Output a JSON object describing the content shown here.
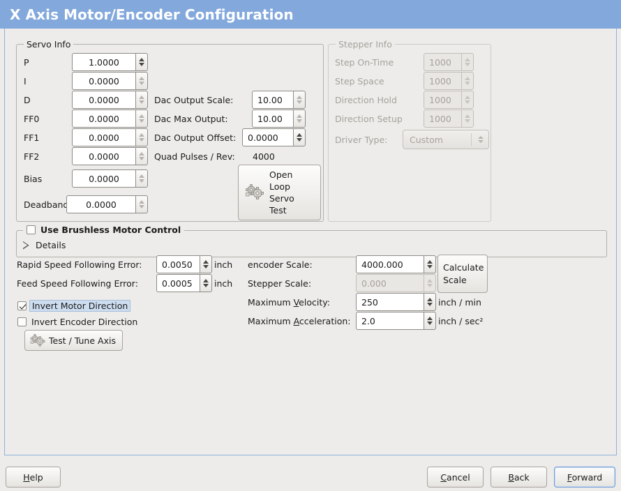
{
  "window": {
    "title": "X Axis Motor/Encoder Configuration",
    "header_bg": "#82a8dc",
    "panel_border": "#8fb0da",
    "background": "#edecea"
  },
  "servo_info": {
    "legend": "Servo Info",
    "fields": [
      {
        "label": "P",
        "value": "1.0000",
        "active": true
      },
      {
        "label": "I",
        "value": "0.0000",
        "active": false
      },
      {
        "label": "D",
        "value": "0.0000",
        "active": false
      },
      {
        "label": "FF0",
        "value": "0.0000",
        "active": false
      },
      {
        "label": "FF1",
        "value": "0.0000",
        "active": false
      },
      {
        "label": "FF2",
        "value": "0.0000",
        "active": false
      },
      {
        "label": "Bias",
        "value": "0.0000",
        "active": false
      },
      {
        "label": "Deadband",
        "value": "0.0000",
        "active": false
      }
    ],
    "dac": [
      {
        "label": "Dac Output Scale:",
        "value": "10.00"
      },
      {
        "label": "Dac Max Output:",
        "value": "10.00"
      },
      {
        "label": "Dac Output Offset:",
        "value": "0.0000"
      }
    ],
    "quad_pulses_label": "Quad Pulses / Rev:",
    "quad_pulses_value": "4000",
    "open_loop_button": {
      "line1": "Open",
      "line2": "Loop",
      "line3": "Servo",
      "line4": "Test",
      "icon": "gears-icon"
    }
  },
  "stepper_info": {
    "legend": "Stepper Info",
    "disabled": true,
    "fields": [
      {
        "label": "Step On-Time",
        "value": "1000"
      },
      {
        "label": "Step Space",
        "value": "1000"
      },
      {
        "label": "Direction Hold",
        "value": "1000"
      },
      {
        "label": "Direction Setup",
        "value": "1000"
      }
    ],
    "driver_type_label": "Driver Type:",
    "driver_type_value": "Custom"
  },
  "brushless": {
    "checkbox_label": "Use Brushless Motor Control",
    "checked": false,
    "details_label": "Details",
    "details_expanded": false
  },
  "following_errors": [
    {
      "label": "Rapid Speed Following Error:",
      "value": "0.0050",
      "unit": "inch"
    },
    {
      "label": "Feed Speed Following Error:",
      "value": "0.0005",
      "unit": "inch"
    }
  ],
  "invert_options": [
    {
      "label": "Invert Motor Direction",
      "checked": true,
      "focused": true
    },
    {
      "label": "Invert Encoder Direction",
      "checked": false,
      "focused": false
    }
  ],
  "test_tune_button": {
    "label": "Test / Tune Axis",
    "icon": "gears-icon"
  },
  "scale_section": {
    "rows": [
      {
        "label": "encoder Scale:",
        "value": "4000.000",
        "unit": "",
        "disabled": false,
        "mnemonic": ""
      },
      {
        "label": "Stepper Scale:",
        "value": "0.000",
        "unit": "",
        "disabled": true,
        "mnemonic": ""
      },
      {
        "label": "Maximum Velocity:",
        "value": "250",
        "unit": "inch / min",
        "disabled": false,
        "mnemonic": "V"
      },
      {
        "label": "Maximum Acceleration:",
        "value": "2.0",
        "unit": "inch / sec²",
        "disabled": false,
        "mnemonic": "A"
      }
    ],
    "calculate_button": {
      "line1": "Calculate",
      "line2": "Scale"
    }
  },
  "actions": {
    "help": {
      "label": "Help",
      "mnemonic": "H",
      "focused": false
    },
    "cancel": {
      "label": "Cancel",
      "mnemonic": "C",
      "focused": false
    },
    "back": {
      "label": "Back",
      "mnemonic": "B",
      "focused": false
    },
    "forward": {
      "label": "Forward",
      "mnemonic": "F",
      "focused": true
    }
  }
}
